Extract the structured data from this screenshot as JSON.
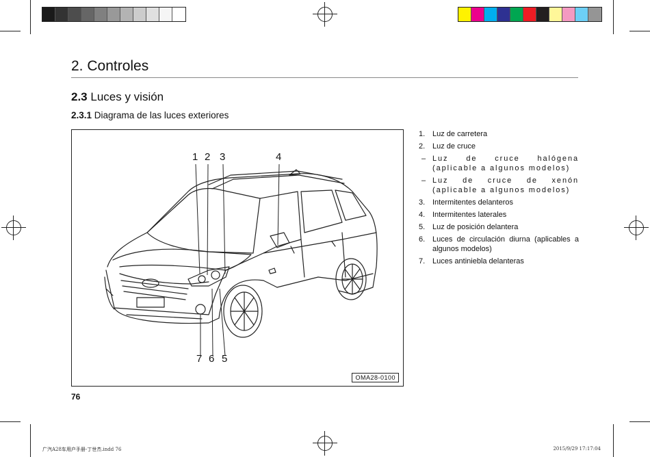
{
  "print_marks": {
    "gray_swatches": [
      "#1a1a1a",
      "#333333",
      "#4d4d4d",
      "#666666",
      "#808080",
      "#999999",
      "#b3b3b3",
      "#cccccc",
      "#e0e0e0",
      "#f5f5f5",
      "#ffffff"
    ],
    "color_swatches": [
      "#fff200",
      "#ec008c",
      "#00aeef",
      "#2e3192",
      "#00a651",
      "#ed1c24",
      "#231f20",
      "#fff799",
      "#f49ac1",
      "#6dcff6",
      "#959595"
    ]
  },
  "page": {
    "section_title": "2. Controles",
    "subsection_number": "2.3",
    "subsection_title": " Luces y visión",
    "subsubsection_number": "2.3.1",
    "subsubsection_title": " Diagrama de las luces exteriores",
    "page_number": "76"
  },
  "figure": {
    "image_code": "OMA28-0100",
    "callouts": [
      "1",
      "2",
      "3",
      "4",
      "7",
      "6",
      "5"
    ]
  },
  "legend": [
    {
      "num": "1.",
      "text": "Luz de carretera"
    },
    {
      "num": "2.",
      "text": "Luz de cruce"
    },
    {
      "num": "–",
      "text": "Luz de cruce halógena (aplicable a algunos modelos)",
      "dash": true
    },
    {
      "num": "–",
      "text": "Luz de cruce de xenón (aplicable a algunos modelos)",
      "dash": true
    },
    {
      "num": "3.",
      "text": "Intermitentes delanteros"
    },
    {
      "num": "4.",
      "text": "Intermitentes laterales"
    },
    {
      "num": "5.",
      "text": "Luz de posición delantera"
    },
    {
      "num": "6.",
      "text": "Luces de circulación diurna (aplicables a algunos modelos)"
    },
    {
      "num": "7.",
      "text": "Luces antiniebla delanteras"
    }
  ],
  "slug": {
    "left": "广汽A28车用户手册-丁世杰.indd   76",
    "right": "2015/9/29   17:17:04"
  }
}
